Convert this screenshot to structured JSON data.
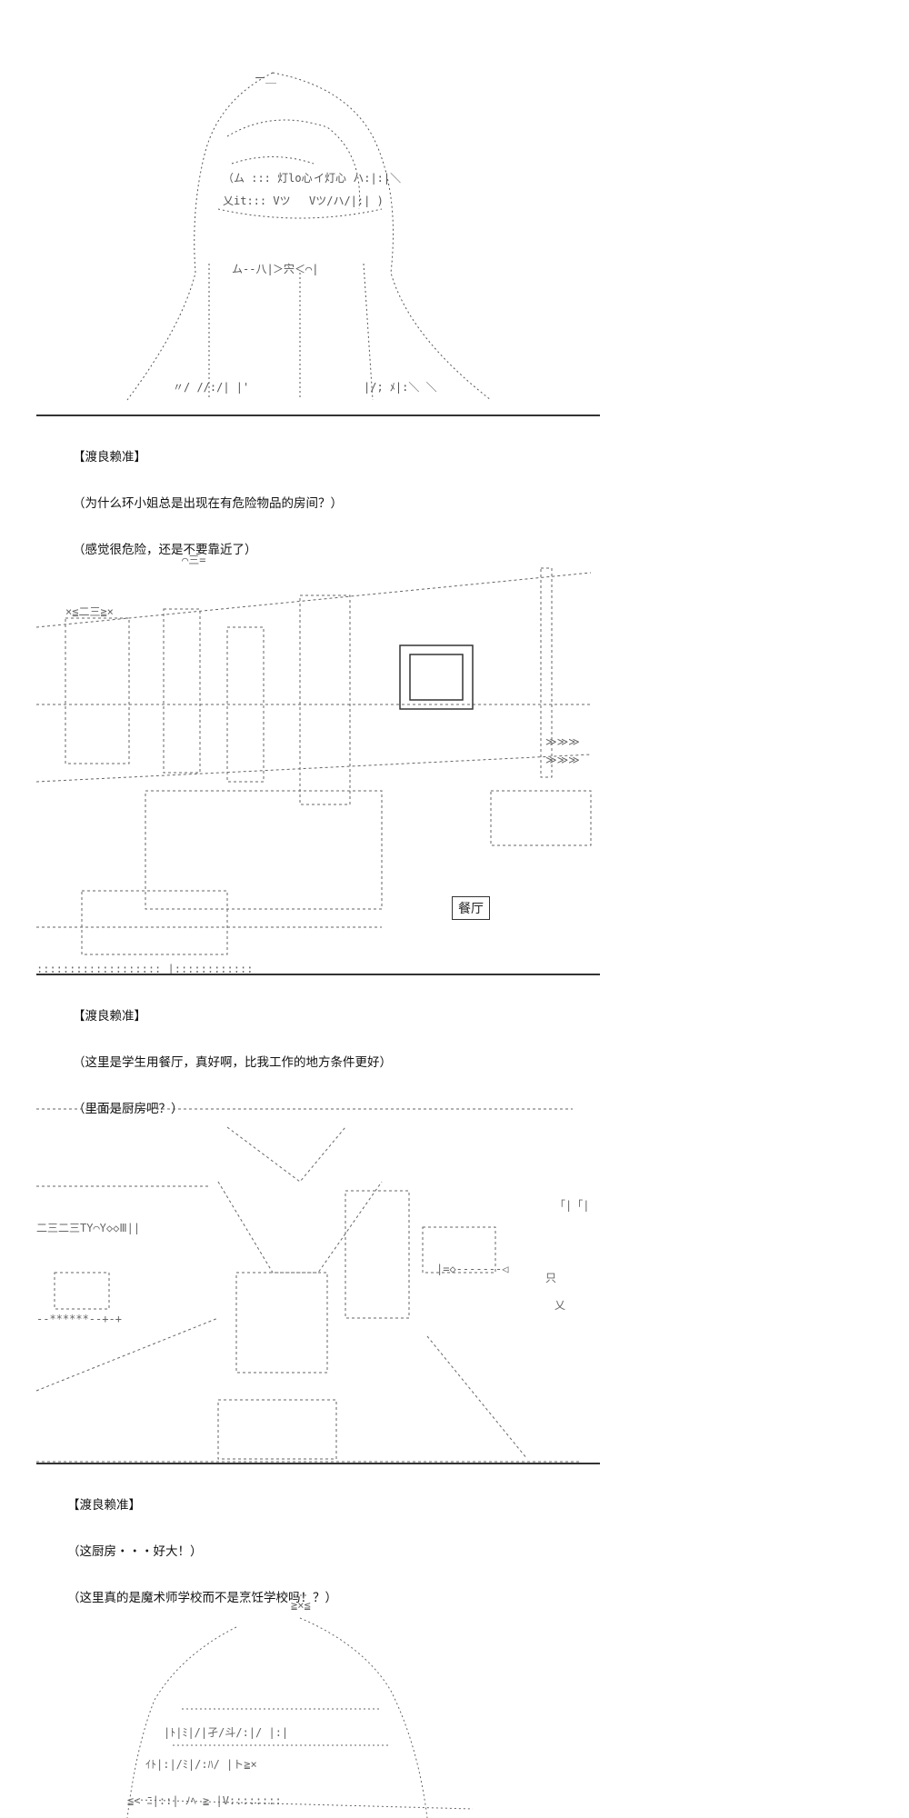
{
  "panels": [
    {
      "speaker": "【渡良赖准】",
      "lines": [
        "（为什么环小姐总是出现在有危险物品的房间？）",
        "（感觉很危险，还是不要靠近了）"
      ]
    },
    {
      "speaker": "【渡良赖准】",
      "lines": [
        "（这里是学生用餐厅，真好啊，比我工作的地方条件更好）",
        "（里面是厨房吧？）"
      ],
      "sign": "餐厅"
    },
    {
      "speaker": "【渡良赖准】",
      "lines": [
        "（这厨房・・・好大！）",
        "（这里真的是魔术师学校而不是烹饪学校吗！？）"
      ]
    }
  ]
}
